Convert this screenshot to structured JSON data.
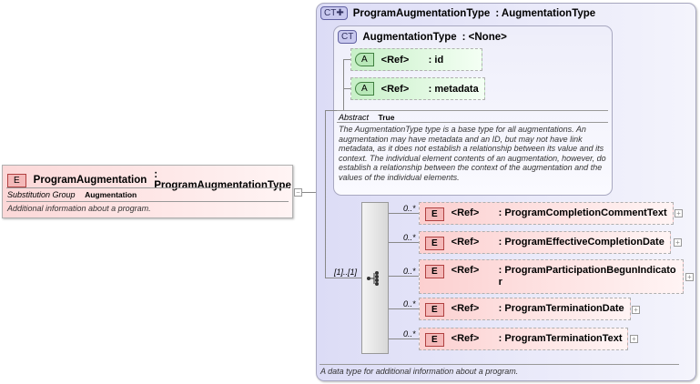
{
  "element": {
    "badge": "E",
    "name": "ProgramAugmentation",
    "type": ": ProgramAugmentationType",
    "substitution_label": "Substitution Group",
    "substitution_value": "Augmentation",
    "description": "Additional information about a program."
  },
  "complex_type": {
    "badge": "CT",
    "name": "ProgramAugmentationType",
    "base": ": AugmentationType",
    "description": "A data type for additional information about a program."
  },
  "base_type": {
    "badge": "CT",
    "name": "AugmentationType",
    "base": ": <None>",
    "abstract_label": "Abstract",
    "abstract_value": "True",
    "description": "The AugmentationType type is a base type for all augmentations. An augmentation may have metadata and an ID, but may not have link metadata, as it does not establish a relationship between its value and its context. The individual element contents of an augmentation, however, do establish a relationship between the context of the augmentation and the values of the individual elements.",
    "attributes": [
      {
        "badge": "A",
        "ref": "<Ref>",
        "name": ": id"
      },
      {
        "badge": "A",
        "ref": "<Ref>",
        "name": ": metadata"
      }
    ]
  },
  "sequence": {
    "multiplicity": "[1]..[1]"
  },
  "children": [
    {
      "badge": "E",
      "ref": "<Ref>",
      "name": ": ProgramCompletionCommentText",
      "multiplicity": "0..*"
    },
    {
      "badge": "E",
      "ref": "<Ref>",
      "name": ": ProgramEffectiveCompletionDate",
      "multiplicity": "0..*"
    },
    {
      "badge": "E",
      "ref": "<Ref>",
      "name": ": ProgramParticipationBegunIndicator",
      "multiplicity": "0..*"
    },
    {
      "badge": "E",
      "ref": "<Ref>",
      "name": ": ProgramTerminationDate",
      "multiplicity": "0..*"
    },
    {
      "badge": "E",
      "ref": "<Ref>",
      "name": ": ProgramTerminationText",
      "multiplicity": "0..*"
    }
  ],
  "expand_symbol": "+",
  "collapse_symbol": "−"
}
